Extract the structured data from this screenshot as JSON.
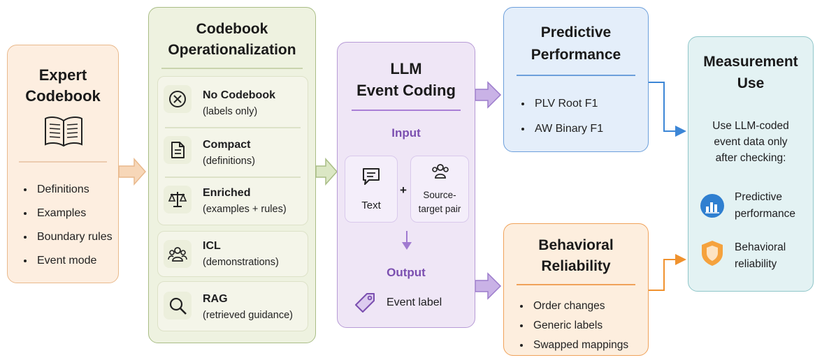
{
  "expert": {
    "title_line1": "Expert",
    "title_line2": "Codebook",
    "items": [
      "Definitions",
      "Examples",
      "Boundary rules",
      "Event mode"
    ]
  },
  "codebook_op": {
    "title_line1": "Codebook",
    "title_line2": "Operationalization",
    "options": [
      {
        "name": "No Codebook",
        "desc": "(labels only)",
        "icon": "circle-x-icon"
      },
      {
        "name": "Compact",
        "desc": "(definitions)",
        "icon": "document-icon"
      },
      {
        "name": "Enriched",
        "desc": "(examples + rules)",
        "icon": "scales-icon"
      },
      {
        "name": "ICL",
        "desc": "(demonstrations)",
        "icon": "people-icon"
      },
      {
        "name": "RAG",
        "desc": "(retrieved guidance)",
        "icon": "magnifier-icon"
      }
    ]
  },
  "llm": {
    "title_line1": "LLM",
    "title_line2": "Event Coding",
    "input_label": "Input",
    "text_label": "Text",
    "plus": "+",
    "pair_line1": "Source-",
    "pair_line2": "target pair",
    "output_label": "Output",
    "event_label": "Event label"
  },
  "predictive": {
    "title_line1": "Predictive",
    "title_line2": "Performance",
    "items": [
      "PLV Root F1",
      "AW Binary F1"
    ]
  },
  "behavioral": {
    "title_line1": "Behavioral",
    "title_line2": "Reliability",
    "items": [
      "Order changes",
      "Generic labels",
      "Swapped mappings"
    ]
  },
  "measurement": {
    "title_line1": "Measurement",
    "title_line2": "Use",
    "desc_line1": "Use LLM-coded",
    "desc_line2": "event data only",
    "desc_line3": "after checking:",
    "check1_line1": "Predictive",
    "check1_line2": "performance",
    "check2_line1": "Behavioral",
    "check2_line2": "reliability"
  },
  "colors": {
    "expert_bg": "#fdeee0",
    "expert_border": "#e9b98c",
    "op_bg": "#eef2e0",
    "op_border": "#a9bd86",
    "llm_bg": "#efe6f6",
    "llm_border": "#b79bd6",
    "llm_accent": "#7b4fb0",
    "pred_bg": "#e4eefa",
    "pred_border": "#6c9fdb",
    "behav_bg": "#fdeede",
    "behav_border": "#f0a25a",
    "meas_bg": "#e3f2f3",
    "meas_border": "#8fc6c9",
    "blue_line": "#3c86d6",
    "orange_line": "#f0922e"
  }
}
